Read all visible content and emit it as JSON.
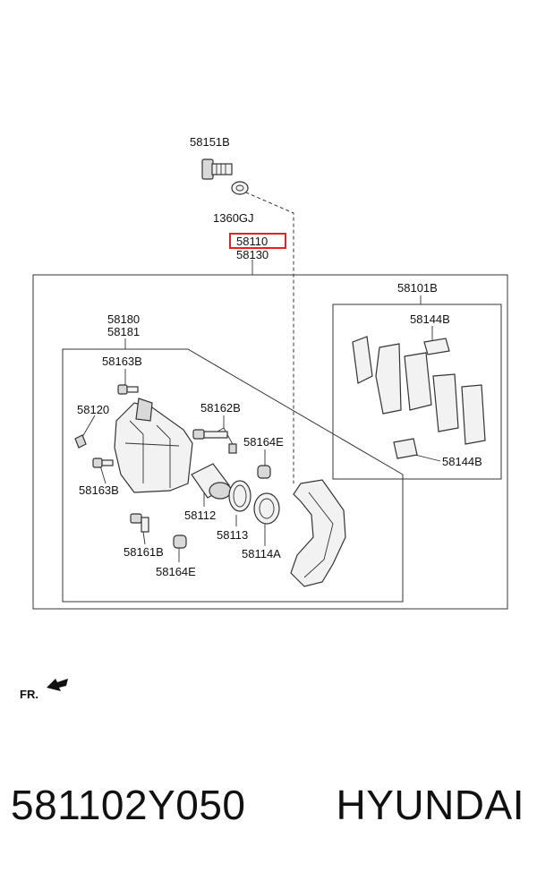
{
  "labels": {
    "p58151B": "58151B",
    "p1360GJ": "1360GJ",
    "p58110": "58110",
    "p58130": "58130",
    "p58101B": "58101B",
    "p58144B_top": "58144B",
    "p58144B_bottom": "58144B",
    "p58180": "58180",
    "p58181": "58181",
    "p58163B_top": "58163B",
    "p58120": "58120",
    "p58162B": "58162B",
    "p58164E_top": "58164E",
    "p58163B_bottom": "58163B",
    "p58112": "58112",
    "p58113": "58113",
    "p58114A": "58114A",
    "p58161B": "58161B",
    "p58164E_bottom": "58164E"
  },
  "direction": {
    "text": "FR."
  },
  "caption": {
    "part_number": "581102Y050",
    "brand": "HYUNDAI"
  },
  "highlight": {
    "color": "#e32222"
  }
}
